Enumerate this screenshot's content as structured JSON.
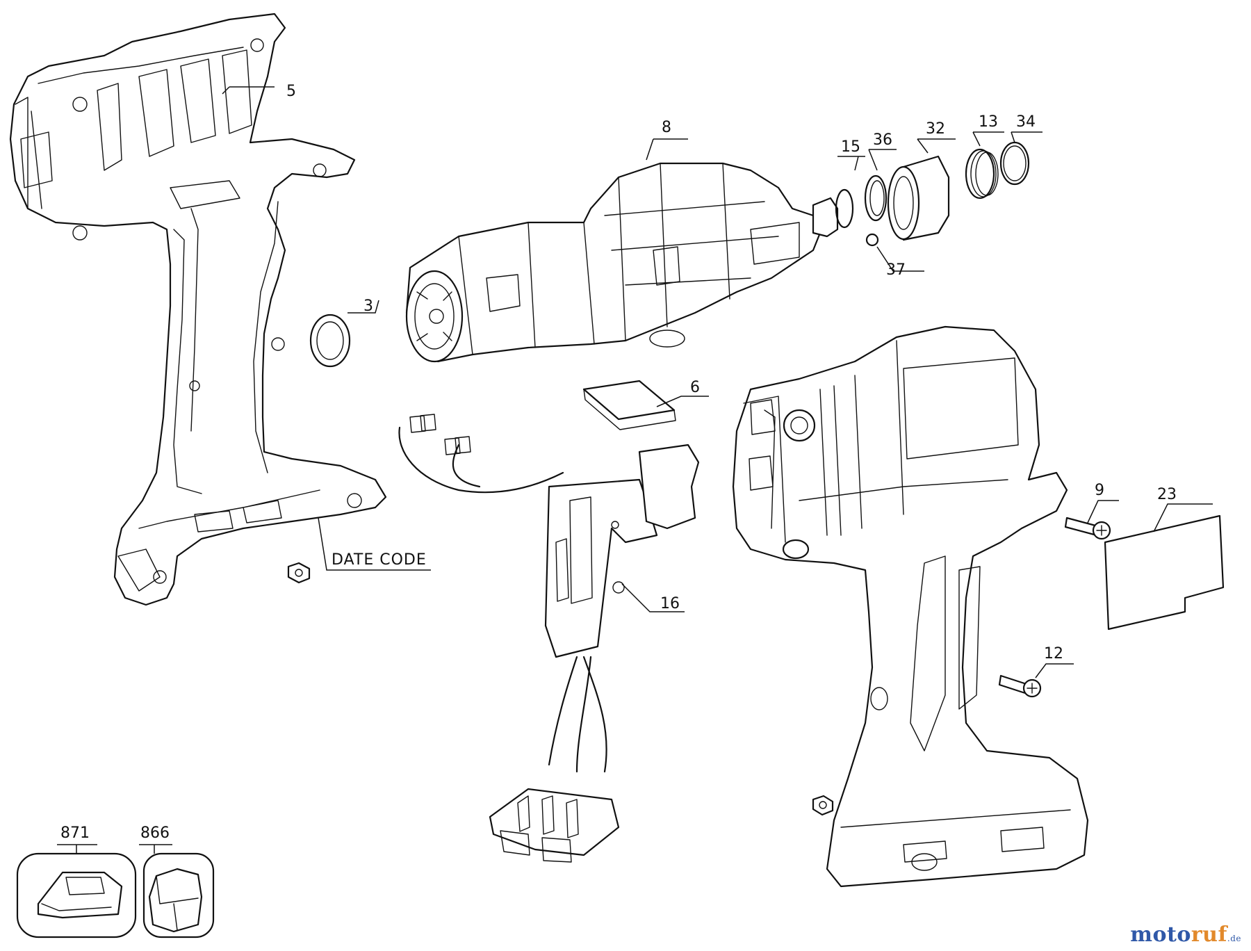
{
  "callouts": {
    "c5": "5",
    "c8": "8",
    "c15": "15",
    "c36": "36",
    "c32": "32",
    "c13": "13",
    "c34": "34",
    "c37": "37",
    "c3": "3",
    "c6": "6",
    "c9": "9",
    "c23": "23",
    "c16": "16",
    "c12": "12",
    "c871": "871",
    "c866": "866",
    "date_code": "DATE CODE"
  },
  "watermark": {
    "part1": "moto",
    "part2": "ruf",
    "tld": ".de"
  },
  "colors": {
    "line": "#111111",
    "watermark_blue": "#2f58a8",
    "watermark_orange": "#e2892b"
  }
}
